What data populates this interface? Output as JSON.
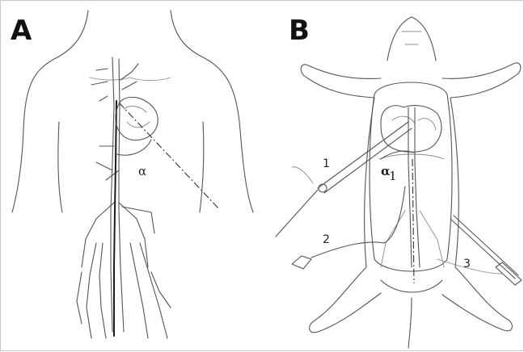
{
  "panels": {
    "a": {
      "letter": "A",
      "angle_label": "α"
    },
    "b": {
      "letter": "B",
      "angle_label": "α",
      "angle_subscript": "1",
      "callouts": [
        "1",
        "2",
        "3"
      ]
    }
  }
}
